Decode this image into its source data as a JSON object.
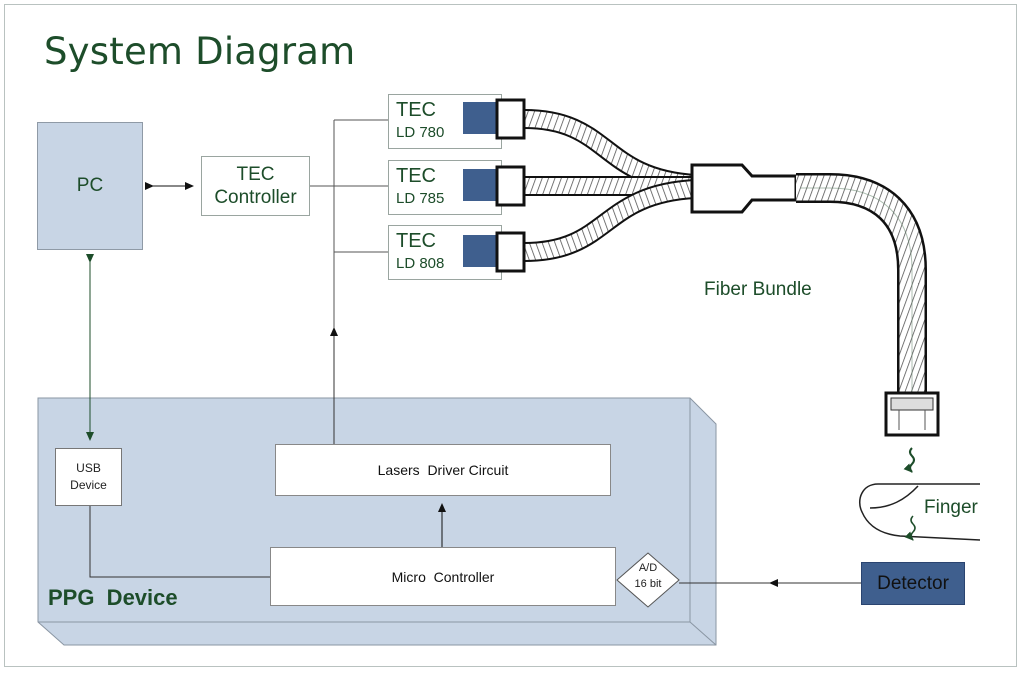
{
  "title": "System Diagram",
  "blocks": {
    "pc": "PC",
    "tec_controller_line1": "TEC",
    "tec_controller_line2": "Controller",
    "lasers": [
      {
        "label": "TEC",
        "sub": "LD 780"
      },
      {
        "label": "TEC",
        "sub": "LD 785"
      },
      {
        "label": "TEC",
        "sub": "LD 808"
      }
    ],
    "usb_line1": "USB",
    "usb_line2": "Device",
    "lasers_driver": "Lasers  Driver Circuit",
    "micro_controller": "Micro  Controller",
    "adc_line1": "A/D",
    "adc_line2": "16 bit",
    "ppg_device": "PPG  Device",
    "detector": "Detector",
    "fiber_bundle": "Fiber Bundle",
    "finger": "Finger"
  },
  "colors": {
    "title_green": "#1d4d2a",
    "panel_blue": "#c8d5e5",
    "laser_blue": "#3f5f8e",
    "detector_blue": "#3f5f8e",
    "line": "#4a4a4a"
  }
}
